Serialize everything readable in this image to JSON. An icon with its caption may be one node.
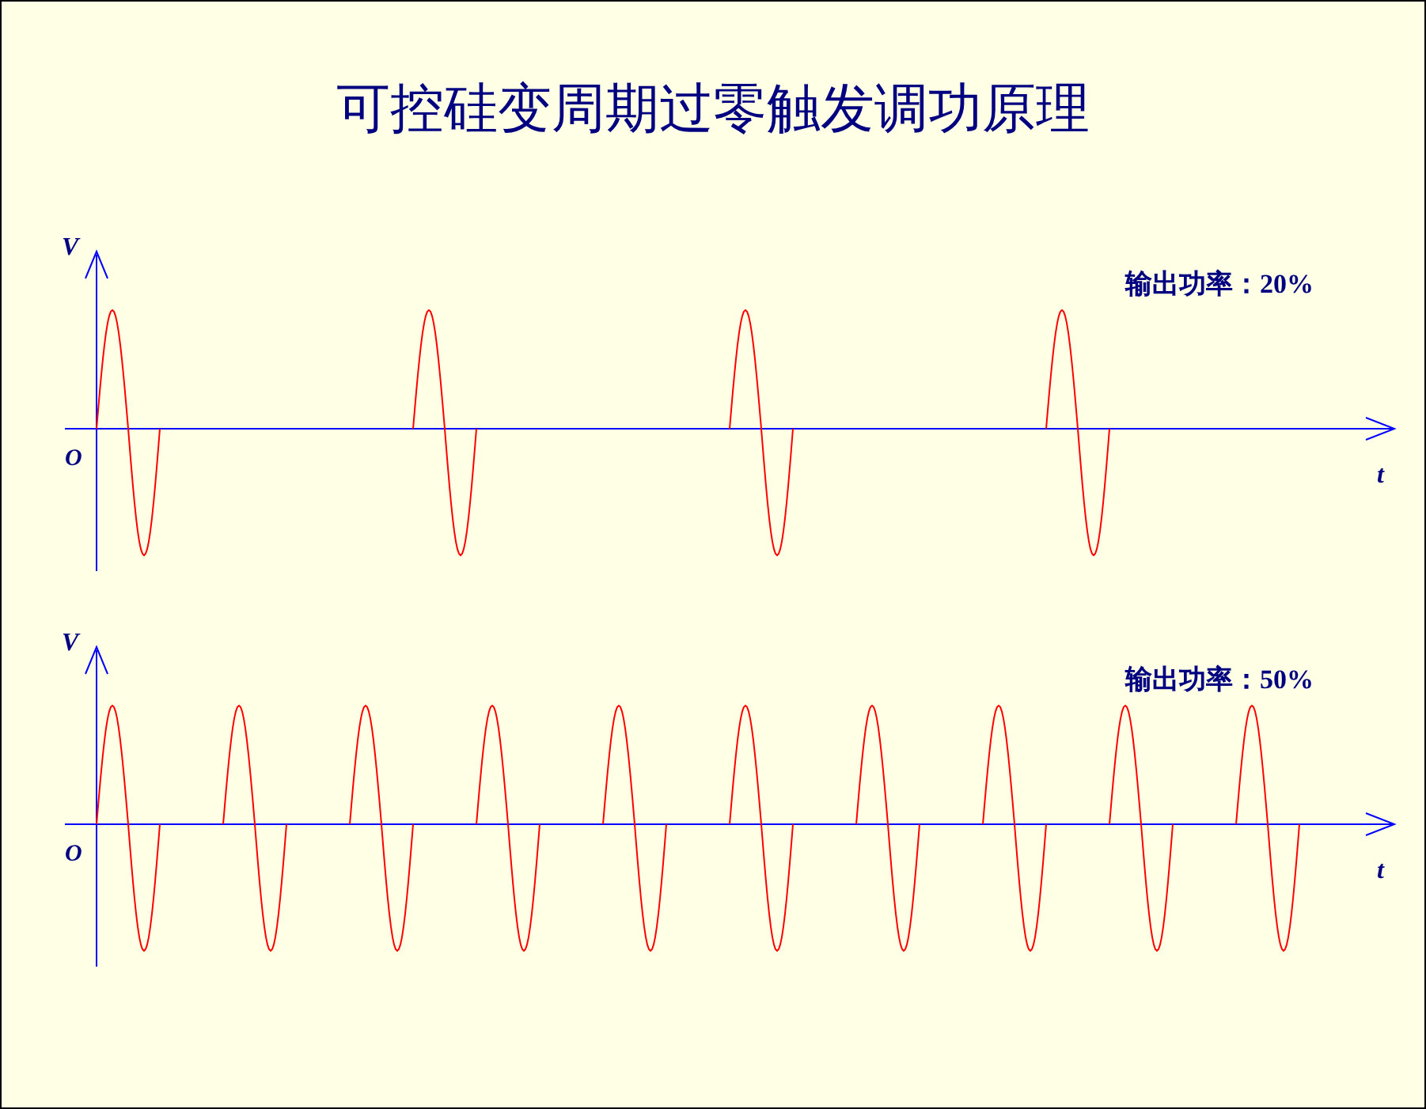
{
  "diagram": {
    "title": "可控硅变周期过零触发调功原理",
    "labels": [
      "V",
      "输出功率：20%",
      "O",
      "t",
      "V",
      "输出功率：50%",
      "O",
      "t"
    ]
  }
}
